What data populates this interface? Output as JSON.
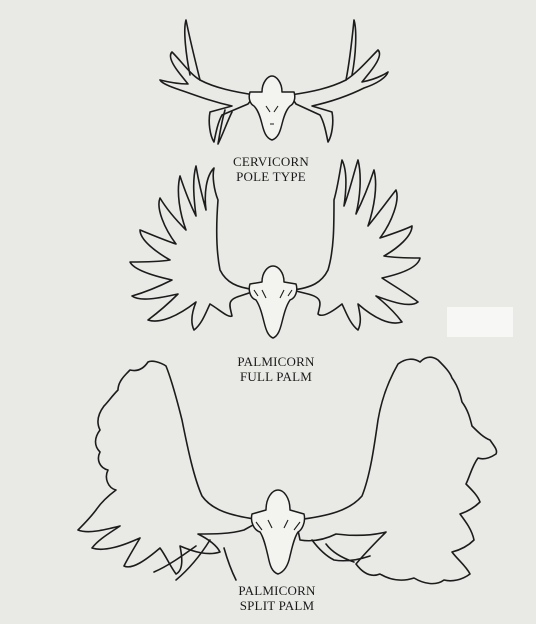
{
  "labels": {
    "cervicorn_line1": "CERVICORN",
    "cervicorn_line2": "POLE TYPE",
    "full_line1": "PALMICORN",
    "full_line2": "FULL PALM",
    "split_line1": "PALMICORN",
    "split_line2": "SPLIT PALM"
  },
  "colors": {
    "background": "#e9e9e6",
    "ink": "#1c1c1c"
  }
}
